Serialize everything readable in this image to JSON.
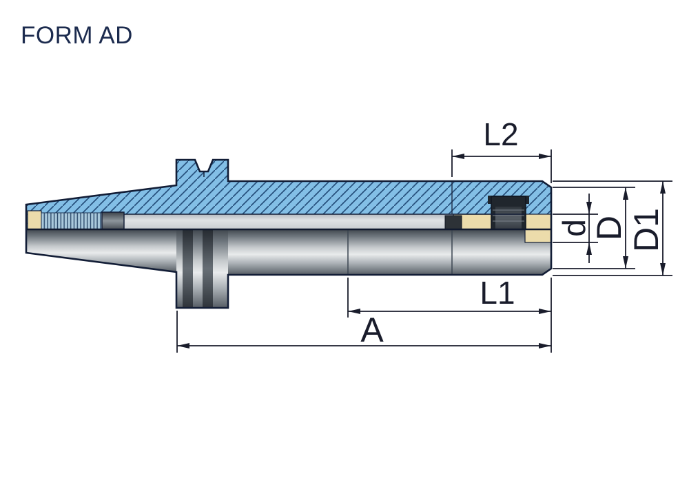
{
  "title": "FORM AD",
  "drawing": {
    "dimensions": {
      "L2": "L2",
      "d": "d",
      "D": "D",
      "D1": "D1",
      "L1": "L1",
      "A": "A"
    },
    "colors": {
      "section_blue": "#83bfe6",
      "hatch_line": "#26507c",
      "outline": "#121d36",
      "dimension_ink": "#191c2b",
      "brass": "#ecdcab",
      "steel_light": "#e9ebec",
      "steel_dark": "#40474e",
      "background": "#ffffff"
    }
  }
}
